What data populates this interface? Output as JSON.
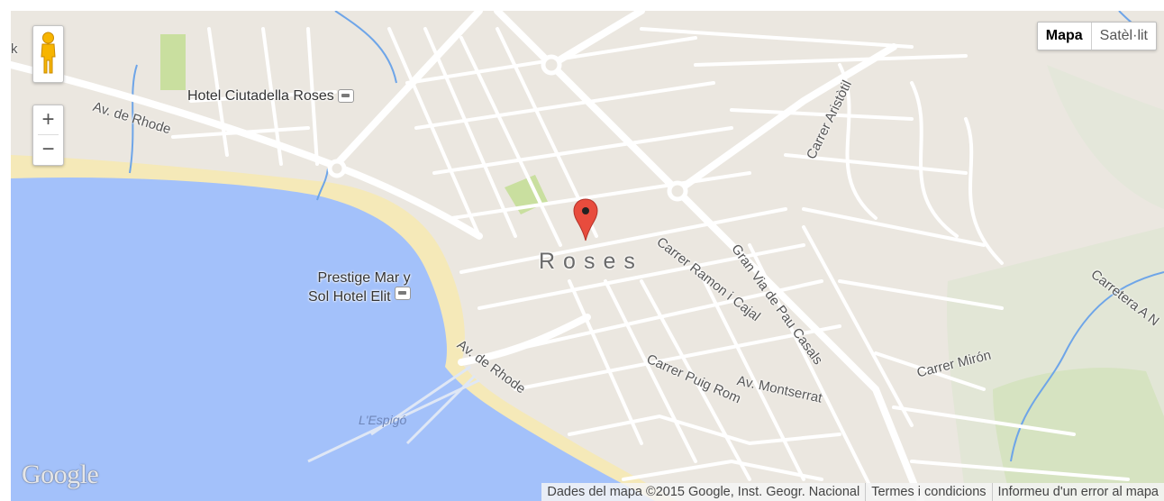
{
  "map": {
    "city": "Roses",
    "streets": {
      "av_rhode_top": "Av. de Rhode",
      "av_rhode_bottom": "Av. de Rhode",
      "carrer_aristotil": "Carrer Aristòtil",
      "carrer_ramon_cajal": "Carrer Ramon i Cajal",
      "gran_via": "Gran Via de Pau Casals",
      "carretera": "Carretera A N",
      "carrer_miron": "Carrer Mirón",
      "av_montserrat": "Av. Montserrat",
      "carrer_puig_rom": "Carrer Puig Rom"
    },
    "pois": {
      "hotel_ciutadella": "Hotel Ciutadella Roses",
      "prestige_line1": "Prestige Mar y",
      "prestige_line2": "Sol Hotel Elit"
    },
    "water_label": "L'Espigó",
    "partial_label": "k"
  },
  "controls": {
    "zoom_in": "+",
    "zoom_out": "−",
    "map_type": {
      "map": "Mapa",
      "satellite": "Satèl·lit",
      "selected": "Mapa"
    }
  },
  "branding": {
    "logo": "Google"
  },
  "footer": {
    "data": "Dades del mapa ©2015 Google, Inst. Geogr. Nacional",
    "terms": "Termes i condicions",
    "report": "Informeu d'un error al mapa"
  },
  "colors": {
    "land": "#ebe7e0",
    "sea": "#a3c1fa",
    "beach": "#f5e9b8",
    "park": "#c9df9f",
    "road": "#ffffff",
    "river": "#6ea5e8",
    "marker": "#e84c3d"
  },
  "icons": [
    "pegman-icon",
    "hotel-icon",
    "location-marker-icon"
  ]
}
